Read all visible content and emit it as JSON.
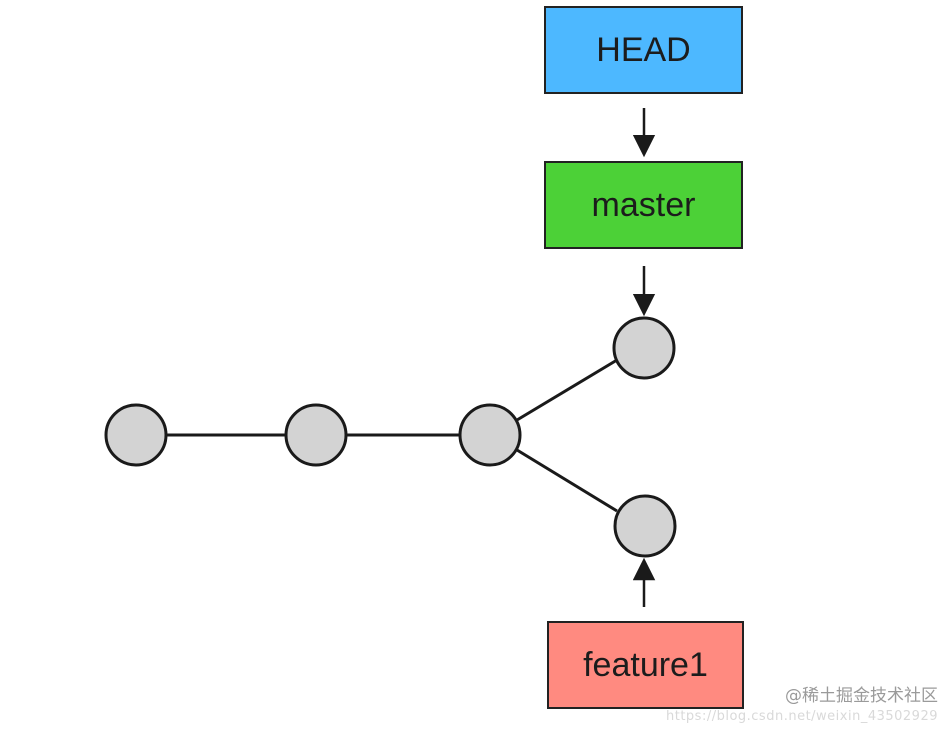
{
  "refs": {
    "head": {
      "label": "HEAD",
      "color": "#4db8ff"
    },
    "master": {
      "label": "master",
      "color": "#4cd137"
    },
    "feature": {
      "label": "feature1",
      "color": "#ff8a80"
    }
  },
  "commit_color": "#d3d3d3",
  "line_color": "#1a1a1a",
  "watermark": {
    "brand": "@稀土掘金技术社区",
    "url": "https://blog.csdn.net/weixin_43502929"
  }
}
